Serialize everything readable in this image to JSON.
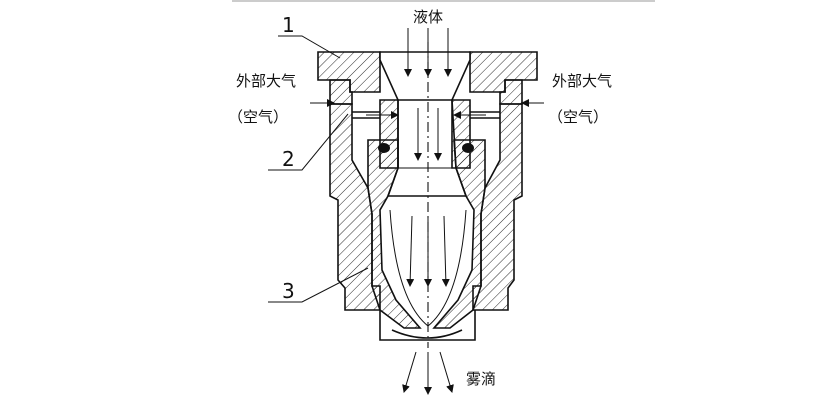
{
  "labels": {
    "liquid": "液体",
    "outside_air_left_1": "外部大气",
    "outside_air_left_2": "（空气）",
    "outside_air_right_1": "外部大气",
    "outside_air_right_2": "（空气）",
    "droplets": "雾滴",
    "part_1": "1",
    "part_2": "2",
    "part_3": "3"
  }
}
